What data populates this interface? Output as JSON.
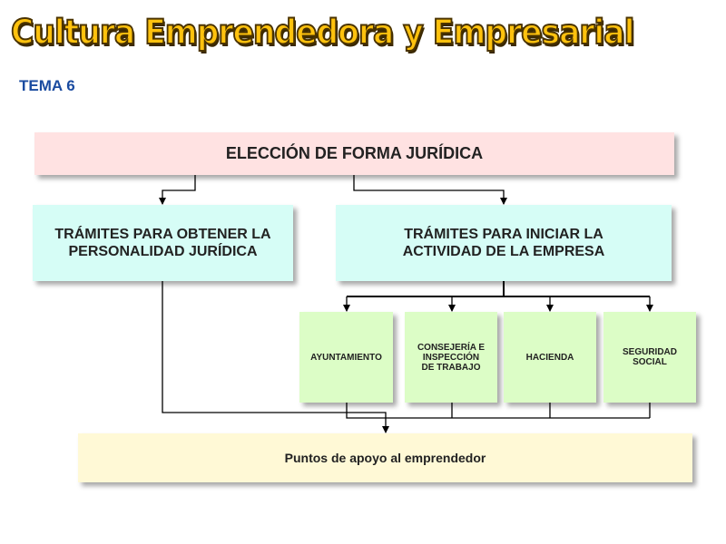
{
  "header": {
    "title": "Cultura Emprendedora y Empresarial",
    "subtitle": "TEMA 6"
  },
  "diagram": {
    "root": "ELECCIÓN DE FORMA JURÍDICA",
    "left_branch": "TRÁMITES PARA OBTENER LA PERSONALIDAD JURÍDICA",
    "right_branch": "TRÁMITES PARA INICIAR LA ACTIVIDAD DE LA EMPRESA",
    "entities": [
      "AYUNTAMIENTO",
      "CONSEJERÍA E INSPECCIÓN DE TRABAJO",
      "HACIENDA",
      "SEGURIDAD SOCIAL"
    ],
    "bottom": "Puntos de apoyo al emprendedor"
  },
  "colors": {
    "root": "#ffe2e2",
    "branch": "#d6fdf6",
    "entity": "#dcfdc6",
    "bottom": "#fff9d6",
    "tema": "#1a4ba0",
    "title": "#ffc20e"
  }
}
